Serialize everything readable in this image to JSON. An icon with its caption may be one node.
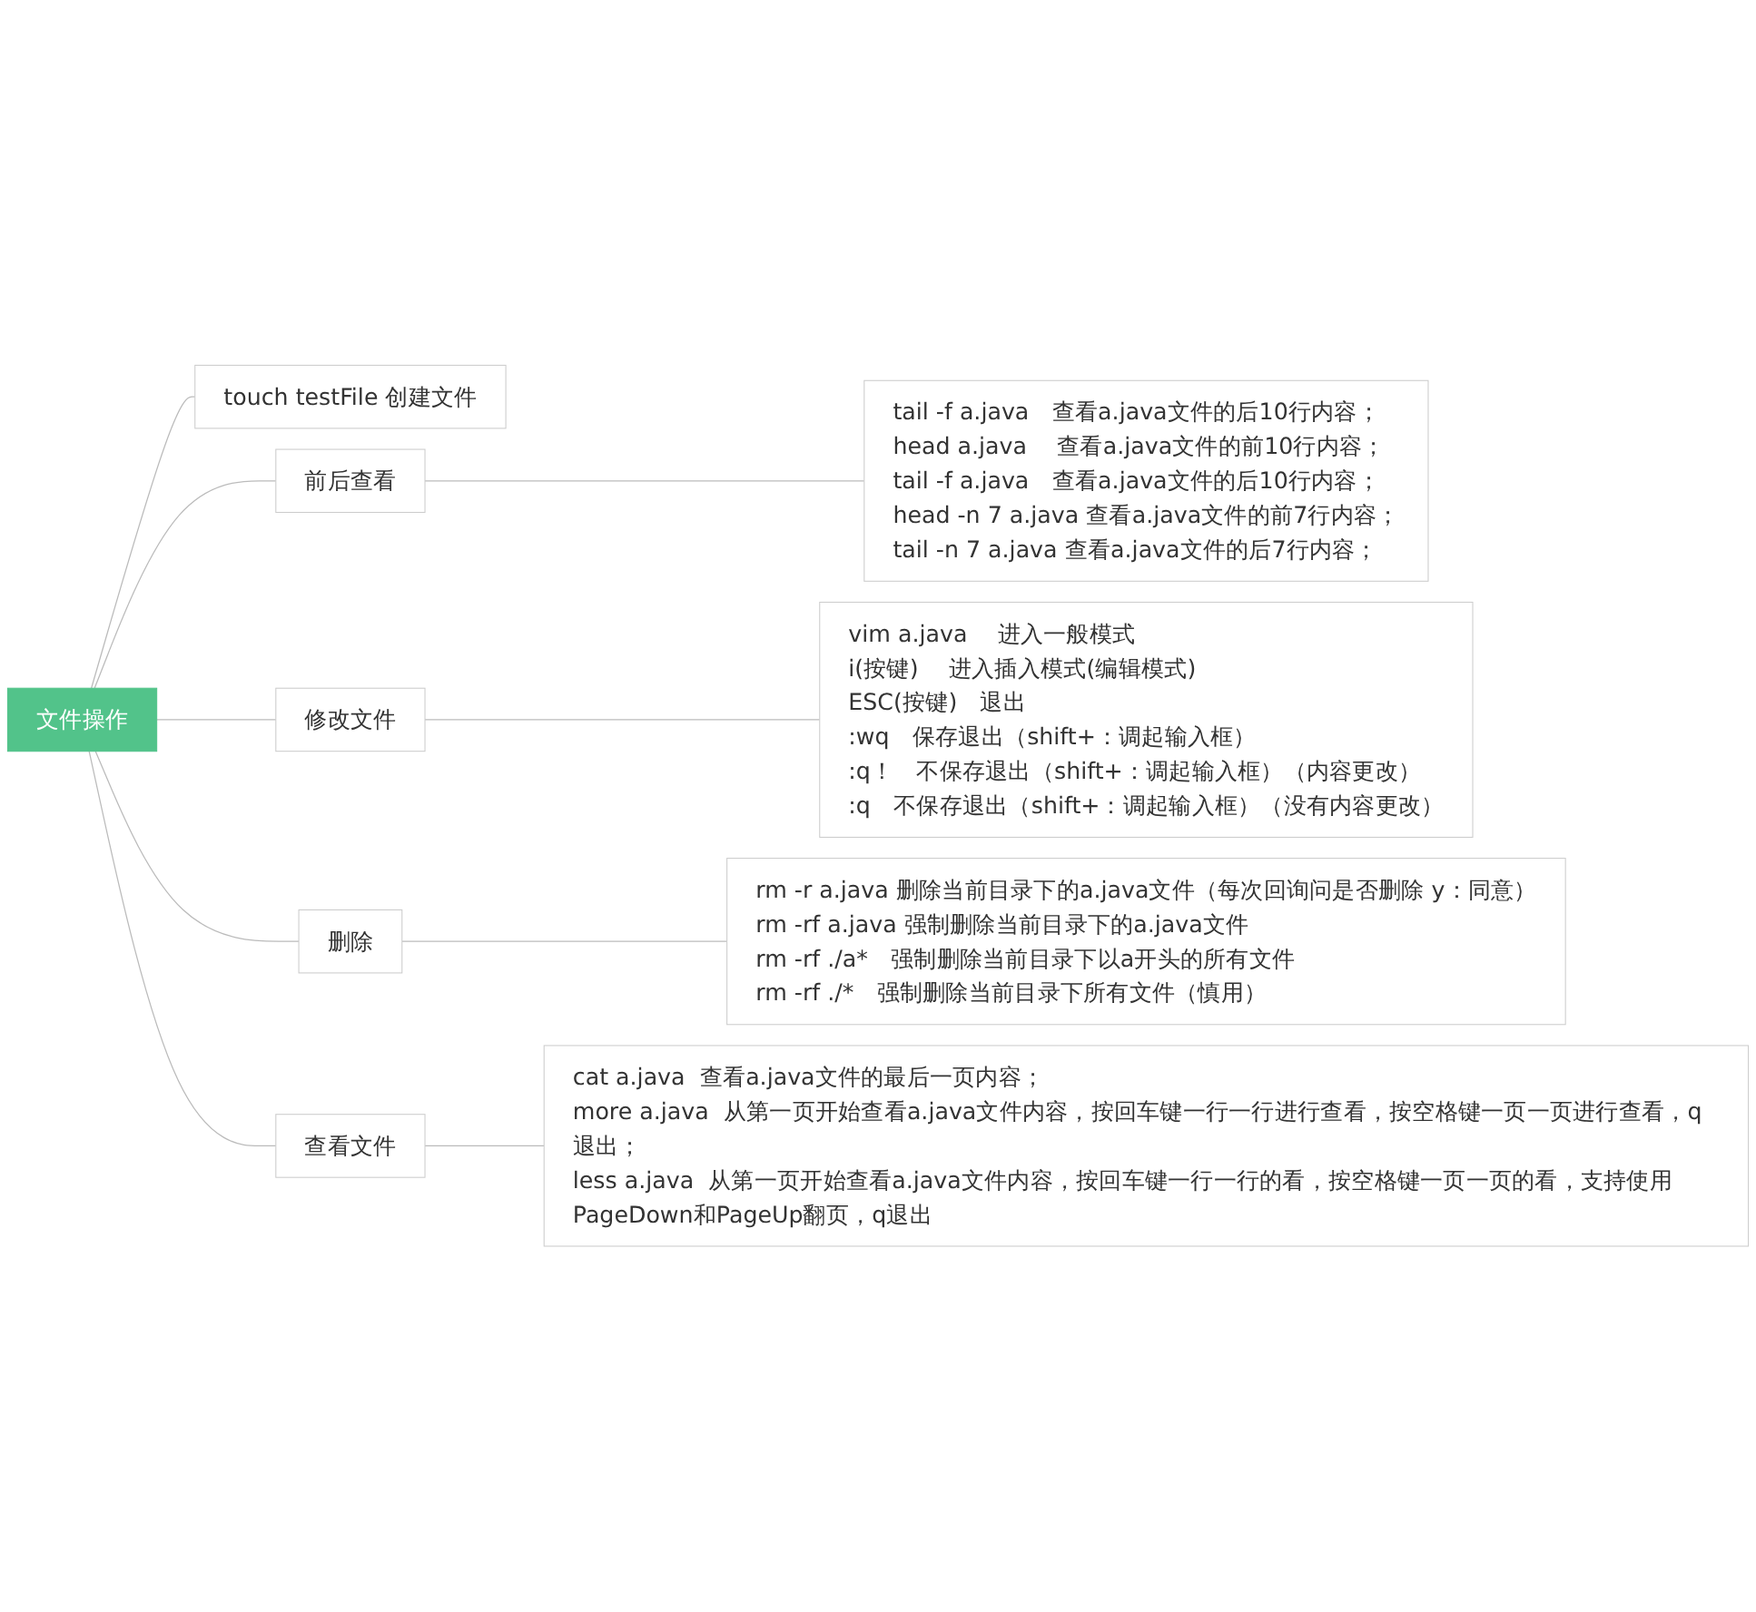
{
  "diagram": {
    "nodes": [
      {
        "text": [
          "文件操作"
        ]
      },
      {
        "text": [
          "touch testFile 创建文件"
        ]
      },
      {
        "text": [
          "前后查看"
        ]
      },
      {
        "text": [
          "tail -f a.java　查看a.java文件的后10行内容；",
          "head a.java　 查看a.java文件的前10行内容；",
          "tail -f a.java　查看a.java文件的后10行内容；",
          "head -n 7 a.java  查看a.java文件的前7行内容；",
          "tail -n 7 a.java  查看a.java文件的后7行内容；"
        ]
      },
      {
        "text": [
          "修改文件"
        ]
      },
      {
        "text": [
          "vim a.java　 进入一般模式",
          "i(按键)　 进入插入模式(编辑模式)",
          "ESC(按键)　退出",
          ":wq　保存退出（shift+：调起输入框）",
          ":q！　不保存退出（shift+：调起输入框）（内容更改）",
          ":q　不保存退出（shift+：调起输入框）（没有内容更改）"
        ]
      },
      {
        "text": [
          "删除"
        ]
      },
      {
        "text": [
          "rm -r a.java  删除当前目录下的a.java文件（每次回询问是否删除 y：同意）",
          "rm -rf a.java  强制删除当前目录下的a.java文件",
          "rm -rf ./a*　强制删除当前目录下以a开头的所有文件",
          "rm -rf ./*　强制删除当前目录下所有文件（慎用）"
        ]
      },
      {
        "text": [
          "查看文件"
        ]
      },
      {
        "text": [
          "cat a.java  查看a.java文件的最后一页内容；",
          "more a.java  从第一页开始查看a.java文件内容，按回车键一行一行进行查看，按空格键一页一页进行查看，q退出；",
          "less a.java  从第一页开始查看a.java文件内容，按回车键一行一行的看，按空格键一页一页的看，支持使用PageDown和PageUp翻页，q退出"
        ]
      }
    ],
    "edges": [
      {
        "from": 0,
        "to": 1,
        "arrow": "none"
      },
      {
        "from": 0,
        "to": 2,
        "arrow": "none"
      },
      {
        "from": 2,
        "to": 3,
        "arrow": "none"
      },
      {
        "from": 0,
        "to": 4,
        "arrow": "none"
      },
      {
        "from": 4,
        "to": 5,
        "arrow": "none"
      },
      {
        "from": 0,
        "to": 6,
        "arrow": "none"
      },
      {
        "from": 6,
        "to": 7,
        "arrow": "none"
      },
      {
        "from": 0,
        "to": 8,
        "arrow": "none"
      },
      {
        "from": 8,
        "to": 9,
        "arrow": "none"
      }
    ]
  }
}
